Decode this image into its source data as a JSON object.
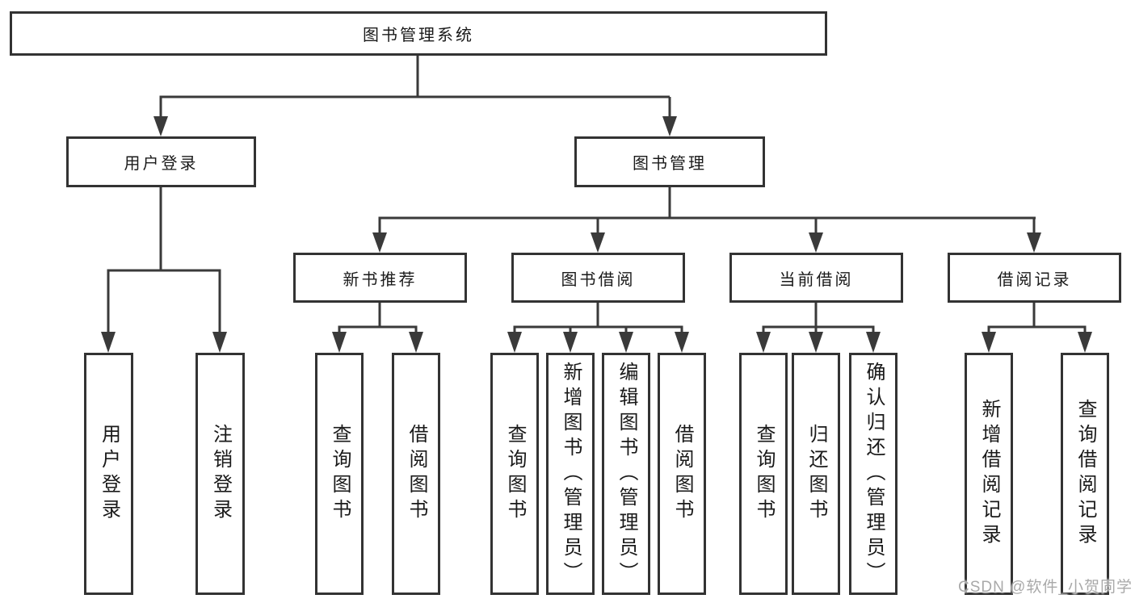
{
  "tree": {
    "root": {
      "label": "图书管理系统"
    },
    "login": {
      "label": "用户登录",
      "children": [
        {
          "label": "用户登录"
        },
        {
          "label": "注销登录"
        }
      ]
    },
    "management": {
      "label": "图书管理",
      "groups": [
        {
          "label": "新书推荐",
          "children": [
            {
              "label": "查询图书"
            },
            {
              "label": "借阅图书"
            }
          ]
        },
        {
          "label": "图书借阅",
          "children": [
            {
              "label": "查询图书"
            },
            {
              "label": "新增图书（管理员）"
            },
            {
              "label": "编辑图书（管理员）"
            },
            {
              "label": "借阅图书"
            }
          ]
        },
        {
          "label": "当前借阅",
          "children": [
            {
              "label": "查询图书"
            },
            {
              "label": "归还图书"
            },
            {
              "label": "确认归还（管理员）"
            }
          ]
        },
        {
          "label": "借阅记录",
          "children": [
            {
              "label": "新增借阅记录"
            },
            {
              "label": "查询借阅记录"
            }
          ]
        }
      ]
    }
  },
  "watermark": {
    "text": "CSDN @软件_小贺同学"
  },
  "colors": {
    "line": "#3a3a3a",
    "box_border": "#333333",
    "text": "#1a1a1a",
    "watermark": "#a9a9a9",
    "background": "#ffffff"
  }
}
